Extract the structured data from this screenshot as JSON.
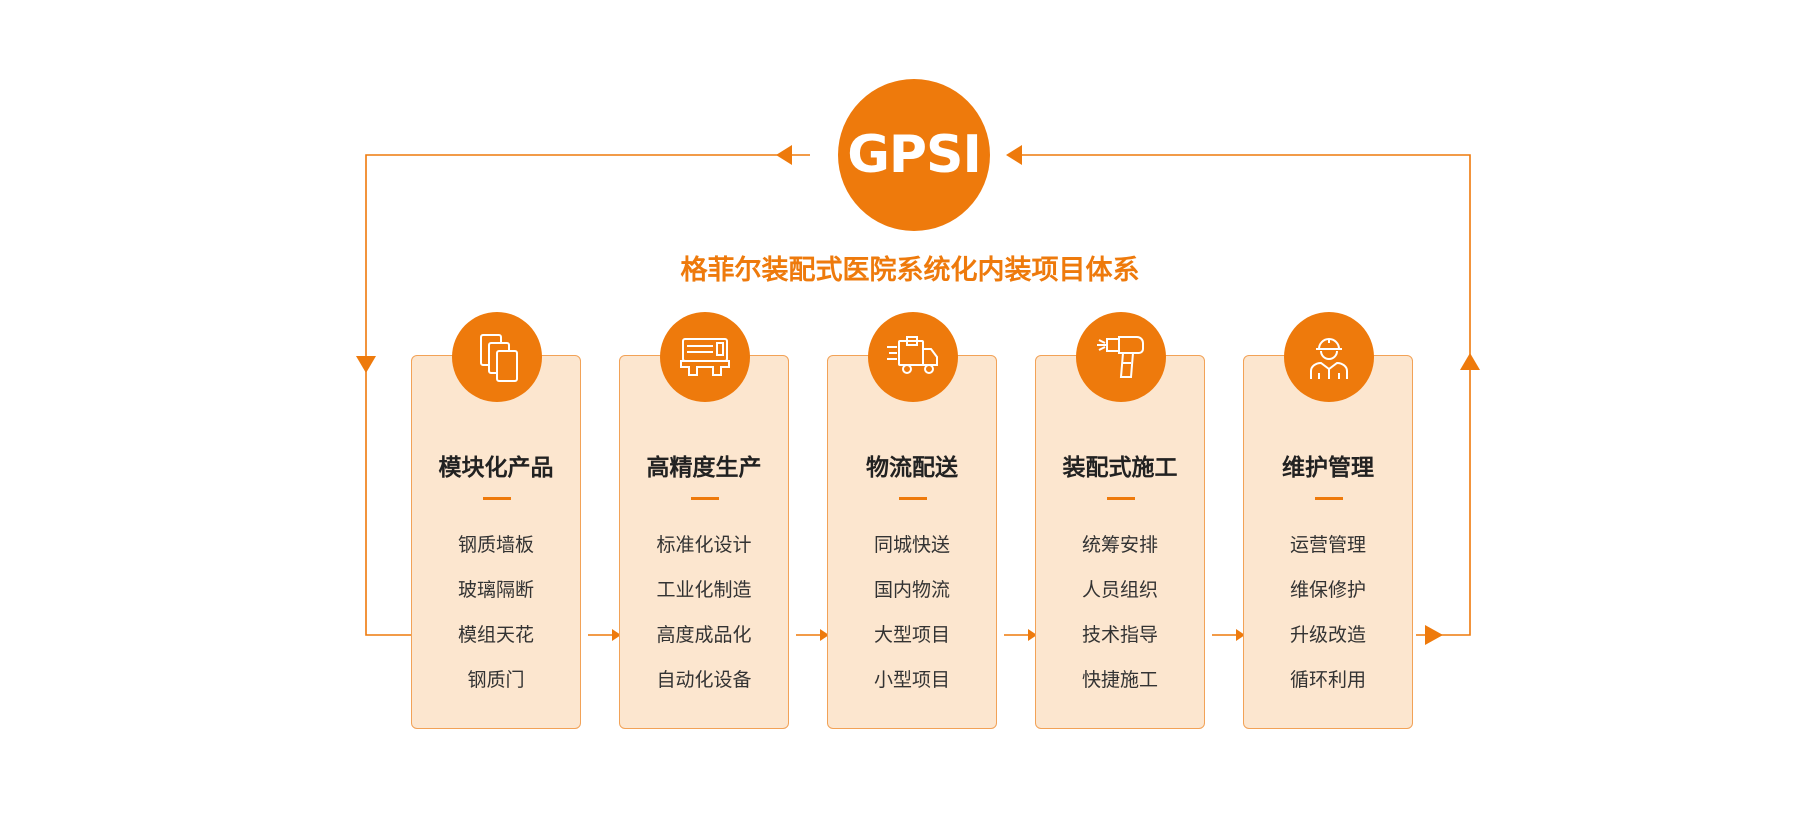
{
  "header": {
    "logo_text": "GPSI",
    "subtitle": "格菲尔装配式医院系统化内装项目体系"
  },
  "colors": {
    "accent": "#ee7a0c",
    "card_bg": "#fce6cf",
    "card_border": "#f2a257"
  },
  "steps": [
    {
      "title": "模块化产品",
      "icon": "panels-icon",
      "items": [
        "钢质墙板",
        "玻璃隔断",
        "模组天花",
        "钢质门"
      ]
    },
    {
      "title": "高精度生产",
      "icon": "machine-icon",
      "items": [
        "标准化设计",
        "工业化制造",
        "高度成品化",
        "自动化设备"
      ]
    },
    {
      "title": "物流配送",
      "icon": "truck-icon",
      "items": [
        "同城快送",
        "国内物流",
        "大型项目",
        "小型项目"
      ]
    },
    {
      "title": "装配式施工",
      "icon": "drill-icon",
      "items": [
        "统筹安排",
        "人员组织",
        "技术指导",
        "快捷施工"
      ]
    },
    {
      "title": "维护管理",
      "icon": "worker-icon",
      "items": [
        "运营管理",
        "维保修护",
        "升级改造",
        "循环利用"
      ]
    }
  ]
}
